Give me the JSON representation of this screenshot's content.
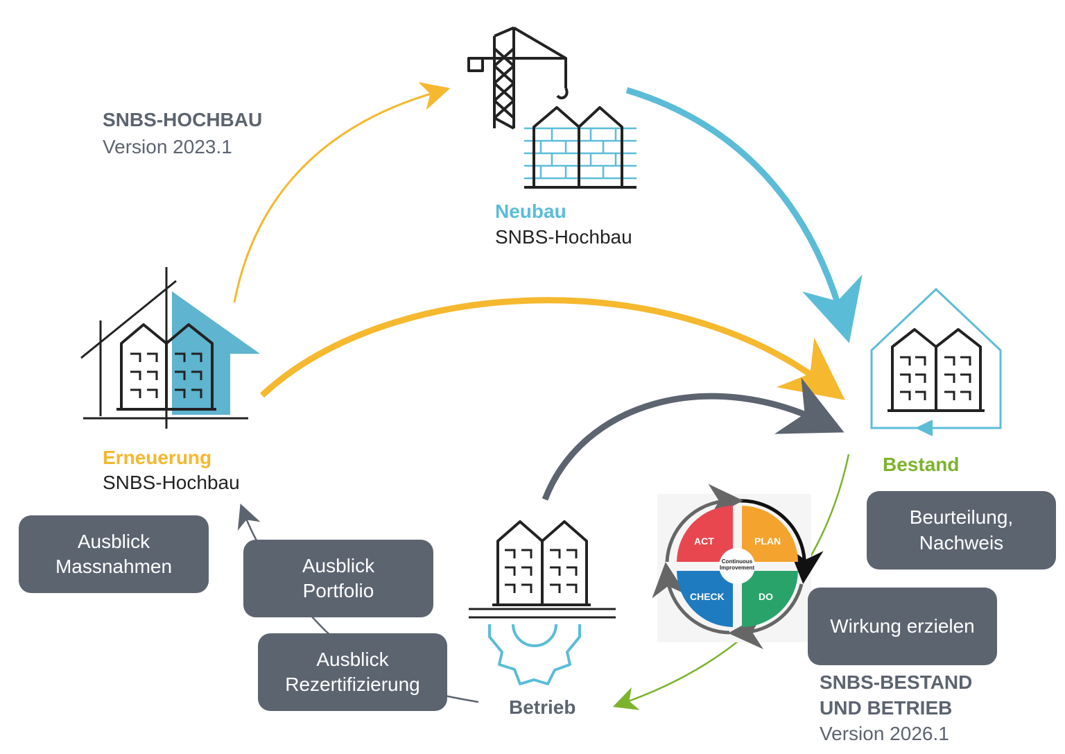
{
  "header_hochbau": {
    "title": "SNBS-HOCHBAU",
    "version": "Version 2023.1"
  },
  "header_bestand": {
    "title_line1": "SNBS-BESTAND",
    "title_line2": "UND BETRIEB",
    "version": "Version 2026.1"
  },
  "nodes": {
    "neubau": {
      "name": "Neubau",
      "sub": "SNBS-Hochbau",
      "color": "#5bbcd8"
    },
    "erneuerung": {
      "name": "Erneuerung",
      "sub": "SNBS-Hochbau",
      "color": "#f5b82e"
    },
    "bestand": {
      "name": "Bestand",
      "color": "#7cb32c"
    },
    "betrieb": {
      "name": "Betrieb",
      "color": "#5c6470"
    }
  },
  "boxes": {
    "massnahmen": {
      "line1": "Ausblick",
      "line2": "Massnahmen"
    },
    "portfolio": {
      "line1": "Ausblick",
      "line2": "Portfolio"
    },
    "rezert": {
      "line1": "Ausblick",
      "line2": "Rezertifizierung"
    },
    "beurteilung": {
      "line1": "Beurteilung,",
      "line2": "Nachweis"
    },
    "wirkung": {
      "line1": "Wirkung erzielen"
    }
  },
  "pdca": {
    "act": "ACT",
    "plan": "PLAN",
    "check": "CHECK",
    "do": "DO",
    "center_line1": "Continuous",
    "center_line2": "Improvement",
    "colors": {
      "act": "#e8474f",
      "plan": "#f4a32f",
      "check": "#1f7bbf",
      "do": "#2aa36b"
    }
  },
  "colors": {
    "dark": "#5c6470",
    "blue": "#5bbcd8",
    "yellow": "#f5b82e",
    "green": "#7cb32c"
  }
}
